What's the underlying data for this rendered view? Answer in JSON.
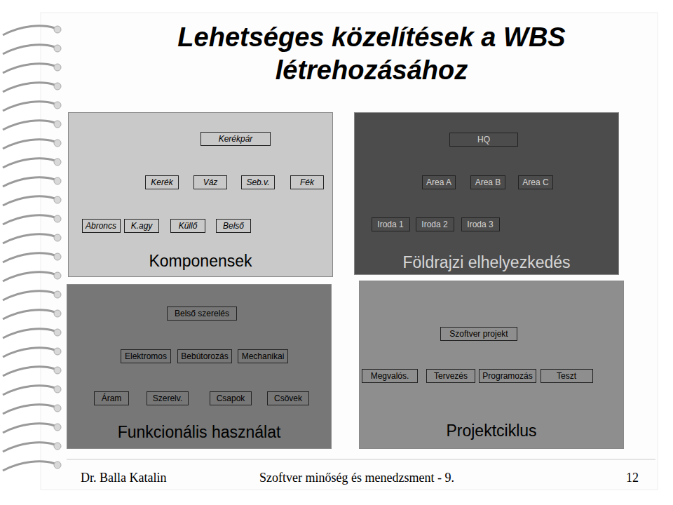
{
  "diagram": {
    "title": "Lehetséges közelítések a WBS létrehozásához",
    "nodes": [
      {
        "text": [
          "Komponensek"
        ]
      },
      {
        "text": [
          "Kerékpár"
        ],
        "in": 0
      },
      {
        "text": [
          "Kerék"
        ],
        "in": 0
      },
      {
        "text": [
          "Váz"
        ],
        "in": 0
      },
      {
        "text": [
          "Seb.v."
        ],
        "in": 0
      },
      {
        "text": [
          "Fék"
        ],
        "in": 0
      },
      {
        "text": [
          "Abroncs"
        ],
        "in": 0
      },
      {
        "text": [
          "K.agy"
        ],
        "in": 0
      },
      {
        "text": [
          "Küllő"
        ],
        "in": 0
      },
      {
        "text": [
          "Belső"
        ],
        "in": 0
      },
      {
        "text": [
          "Földrajzi elhelyezkedés"
        ]
      },
      {
        "text": [
          "HQ"
        ],
        "in": 10
      },
      {
        "text": [
          "Area A"
        ],
        "in": 10
      },
      {
        "text": [
          "Area B"
        ],
        "in": 10
      },
      {
        "text": [
          "Area C"
        ],
        "in": 10
      },
      {
        "text": [
          "Iroda 1"
        ],
        "in": 10
      },
      {
        "text": [
          "Iroda 2"
        ],
        "in": 10
      },
      {
        "text": [
          "Iroda 3"
        ],
        "in": 10
      },
      {
        "text": [
          "Funkcionális használat"
        ]
      },
      {
        "text": [
          "Belső szerelés"
        ],
        "in": 18
      },
      {
        "text": [
          "Elektromos"
        ],
        "in": 18
      },
      {
        "text": [
          "Bebútorozás"
        ],
        "in": 18
      },
      {
        "text": [
          "Mechanikai"
        ],
        "in": 18
      },
      {
        "text": [
          "Áram"
        ],
        "in": 18
      },
      {
        "text": [
          "Szerelv."
        ],
        "in": 18
      },
      {
        "text": [
          "Csapok"
        ],
        "in": 18
      },
      {
        "text": [
          "Csövek"
        ],
        "in": 18
      },
      {
        "text": [
          "Projektciklus"
        ]
      },
      {
        "text": [
          "Szoftver projekt"
        ],
        "in": 27
      },
      {
        "text": [
          "Megvalós."
        ],
        "in": 27
      },
      {
        "text": [
          "Tervezés"
        ],
        "in": 27
      },
      {
        "text": [
          "Programozás"
        ],
        "in": 27
      },
      {
        "text": [
          "Teszt"
        ],
        "in": 27
      }
    ],
    "edges": [
      {
        "from": 1,
        "to": 2,
        "arrow": "none"
      },
      {
        "from": 1,
        "to": 3,
        "arrow": "none"
      },
      {
        "from": 1,
        "to": 4,
        "arrow": "none"
      },
      {
        "from": 1,
        "to": 5,
        "arrow": "none"
      },
      {
        "from": 2,
        "to": 6,
        "arrow": "none"
      },
      {
        "from": 2,
        "to": 7,
        "arrow": "none"
      },
      {
        "from": 2,
        "to": 8,
        "arrow": "none"
      },
      {
        "from": 2,
        "to": 9,
        "arrow": "none"
      },
      {
        "from": 11,
        "to": 12,
        "arrow": "none"
      },
      {
        "from": 11,
        "to": 13,
        "arrow": "none"
      },
      {
        "from": 11,
        "to": 14,
        "arrow": "none"
      },
      {
        "from": 12,
        "to": 15,
        "arrow": "none"
      },
      {
        "from": 12,
        "to": 16,
        "arrow": "none"
      },
      {
        "from": 12,
        "to": 17,
        "arrow": "none"
      },
      {
        "from": 19,
        "to": 20,
        "arrow": "none"
      },
      {
        "from": 19,
        "to": 21,
        "arrow": "none"
      },
      {
        "from": 19,
        "to": 22,
        "arrow": "none"
      },
      {
        "from": 20,
        "to": 23,
        "arrow": "none"
      },
      {
        "from": 20,
        "to": 24,
        "arrow": "none"
      },
      {
        "from": 22,
        "to": 25,
        "arrow": "none"
      },
      {
        "from": 22,
        "to": 26,
        "arrow": "none"
      },
      {
        "from": 28,
        "to": 29,
        "arrow": "none"
      },
      {
        "from": 28,
        "to": 30,
        "arrow": "none"
      },
      {
        "from": 28,
        "to": 31,
        "arrow": "none"
      },
      {
        "from": 28,
        "to": 32,
        "arrow": "none"
      }
    ],
    "labels": [
      "Dr. Balla Katalin",
      "Szoftver minőség és menedzsment - 9.",
      "12"
    ]
  }
}
